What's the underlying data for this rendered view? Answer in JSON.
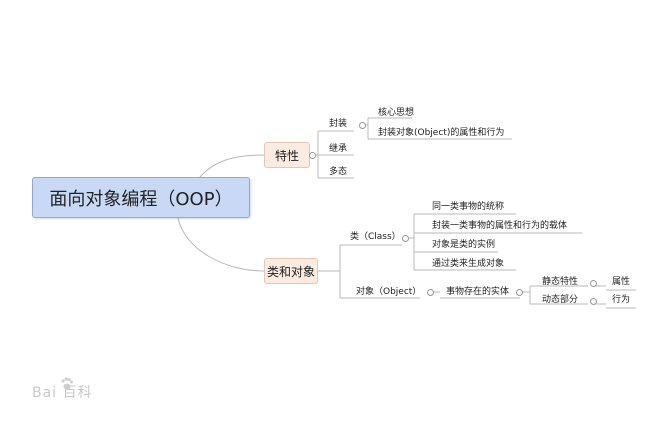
{
  "root": {
    "label": "面向对象编程（OOP）"
  },
  "branch_traits": {
    "label": "特性",
    "items": {
      "encapsulation": {
        "label": "封装",
        "children": [
          "核心思想",
          "封装对象(Object)的属性和行为"
        ]
      },
      "inheritance": {
        "label": "继承"
      },
      "polymorphism": {
        "label": "多态"
      }
    }
  },
  "branch_class_object": {
    "label": "类和对象",
    "class": {
      "label": "类（Class）",
      "children": [
        "同一类事物的统称",
        "封装一类事物的属性和行为的载体",
        "对象是类的实例",
        "通过类来生成对象"
      ]
    },
    "object": {
      "label": "对象（Object）",
      "entity": {
        "label": "事物存在的实体",
        "static": {
          "label": "静态特性",
          "child": "属性"
        },
        "dynamic": {
          "label": "动态部分",
          "child": "行为"
        }
      }
    }
  },
  "watermark": {
    "text": "Bai 百科"
  },
  "colors": {
    "root_fill": "#c9d9f5",
    "branch_fill": "#fbebe0",
    "line": "#b5b5b5"
  }
}
